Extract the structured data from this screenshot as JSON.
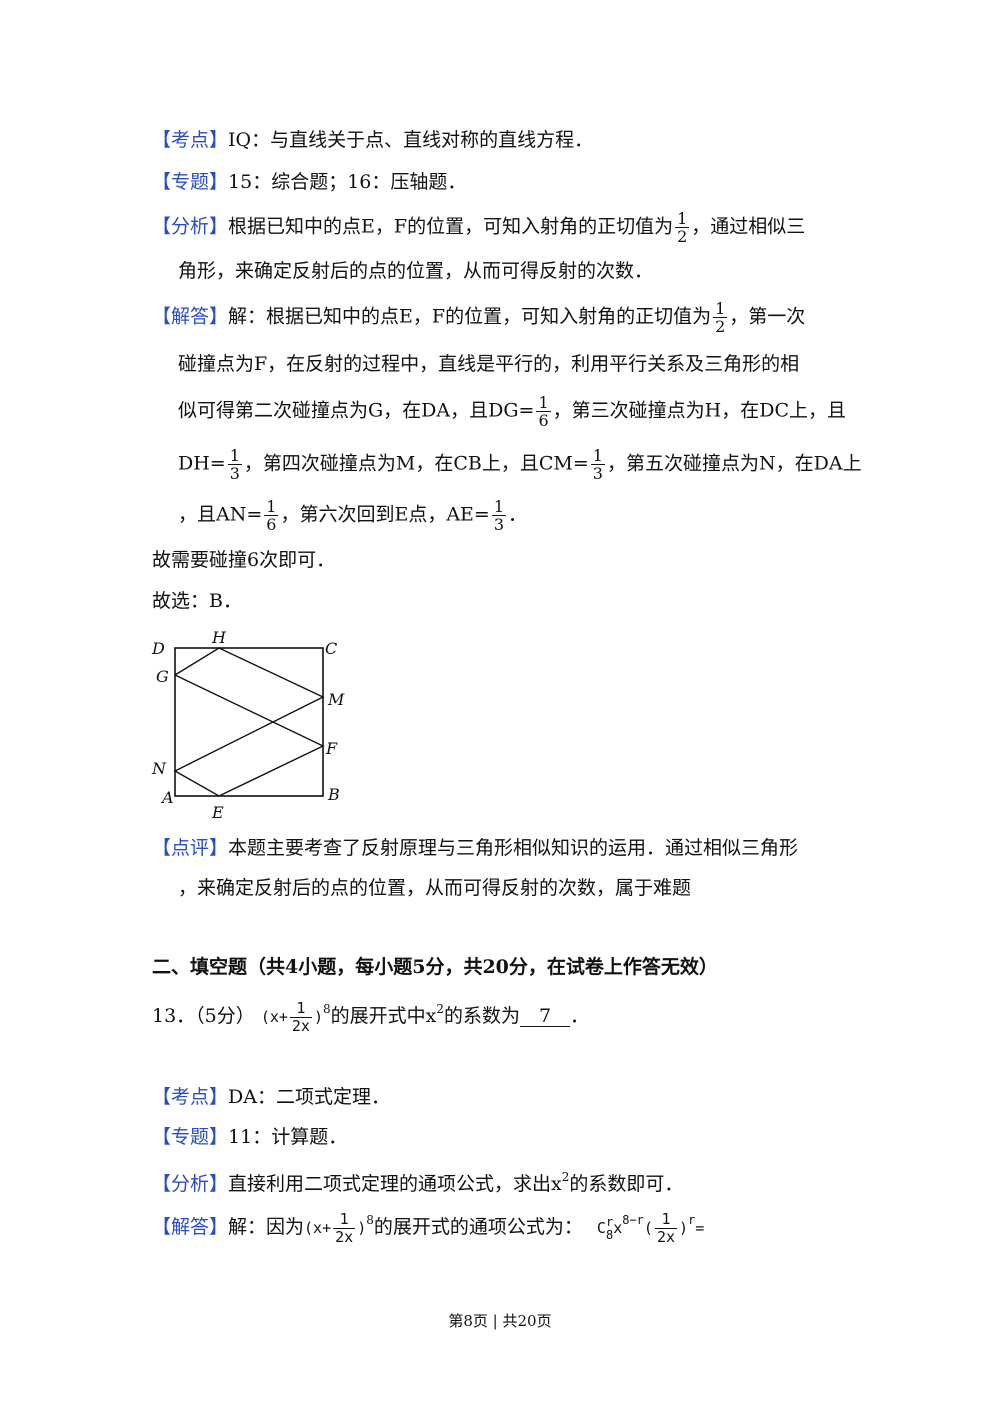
{
  "q12": {
    "kaodian_tag": "【考点】",
    "kaodian_text": "IQ：与直线关于点、直线对称的直线方程．",
    "zhuanti_tag": "【专题】",
    "zhuanti_text": "15：综合题；16：压轴题．",
    "fenxi_tag": "【分析】",
    "fenxi_line1_a": "根据已知中的点E，F的位置，可知入射角的正切值为",
    "fenxi_line1_b": "，通过相似三",
    "fenxi_line2": "角形，来确定反射后的点的位置，从而可得反射的次数．",
    "jieda_tag": "【解答】",
    "jieda_line1_a": "解：根据已知中的点E，F的位置，可知入射角的正切值为",
    "jieda_line1_b": "，第一次",
    "jieda_line2": "碰撞点为F，在反射的过程中，直线是平行的，利用平行关系及三角形的相",
    "jieda_line3_a": "似可得第二次碰撞点为G，在DA，且DG=",
    "jieda_line3_b": "，第三次碰撞点为H，在DC上，且",
    "jieda_line4_a": "DH=",
    "jieda_line4_b": "，第四次碰撞点为M，在CB上，且CM=",
    "jieda_line4_c": "，第五次碰撞点为N，在DA上",
    "jieda_line5_a": "，且AN=",
    "jieda_line5_b": "，第六次回到E点，AE=",
    "jieda_line5_c": "．",
    "conclusion": "故需要碰撞6次即可．",
    "answer": "故选：B．",
    "dianping_tag": "【点评】",
    "dianping_line1": "本题主要考查了反射原理与三角形相似知识的运用．通过相似三角形",
    "dianping_line2": "，来确定反射后的点的位置，从而可得反射的次数，属于难题"
  },
  "fractions": {
    "half_num": "1",
    "half_den": "2",
    "sixth_num": "1",
    "sixth_den": "6",
    "third_num": "1",
    "third_den": "3"
  },
  "figure": {
    "labels": {
      "D": "D",
      "H": "H",
      "C": "C",
      "G": "G",
      "M": "M",
      "F": "F",
      "N": "N",
      "A": "A",
      "E": "E",
      "B": "B"
    }
  },
  "section2": {
    "heading": "二、填空题（共4小题，每小题5分，共20分，在试卷上作答无效）"
  },
  "q13": {
    "number": "13．（5分）",
    "expr_open": "(x+",
    "expr_frac_num": "1",
    "expr_frac_den": "2x",
    "expr_close": ")",
    "expr_power": "8",
    "text_a": "的展开式中x",
    "text_sq": "2",
    "text_b": "的系数为",
    "answer_blank": "7",
    "end": "．",
    "kaodian_tag": "【考点】",
    "kaodian_text": "DA：二项式定理．",
    "zhuanti_tag": "【专题】",
    "zhuanti_text": "11：计算题．",
    "fenxi_tag": "【分析】",
    "fenxi_text_a": "直接利用二项式定理的通项公式，求出x",
    "fenxi_sq": "2",
    "fenxi_text_b": "的系数即可．",
    "jieda_tag": "【解答】",
    "jieda_text_a": "解：因为",
    "jieda_text_b": "的展开式的通项公式为：",
    "term_C": "C",
    "term_r": "r",
    "term_8": "8",
    "term_x": "x",
    "term_exp": "8−r",
    "term_open": "(",
    "term_frac_num": "1",
    "term_frac_den": "2x",
    "term_close": ")",
    "term_pow": "r",
    "term_eq": "="
  },
  "footer": {
    "text": "第8页 | 共20页"
  }
}
